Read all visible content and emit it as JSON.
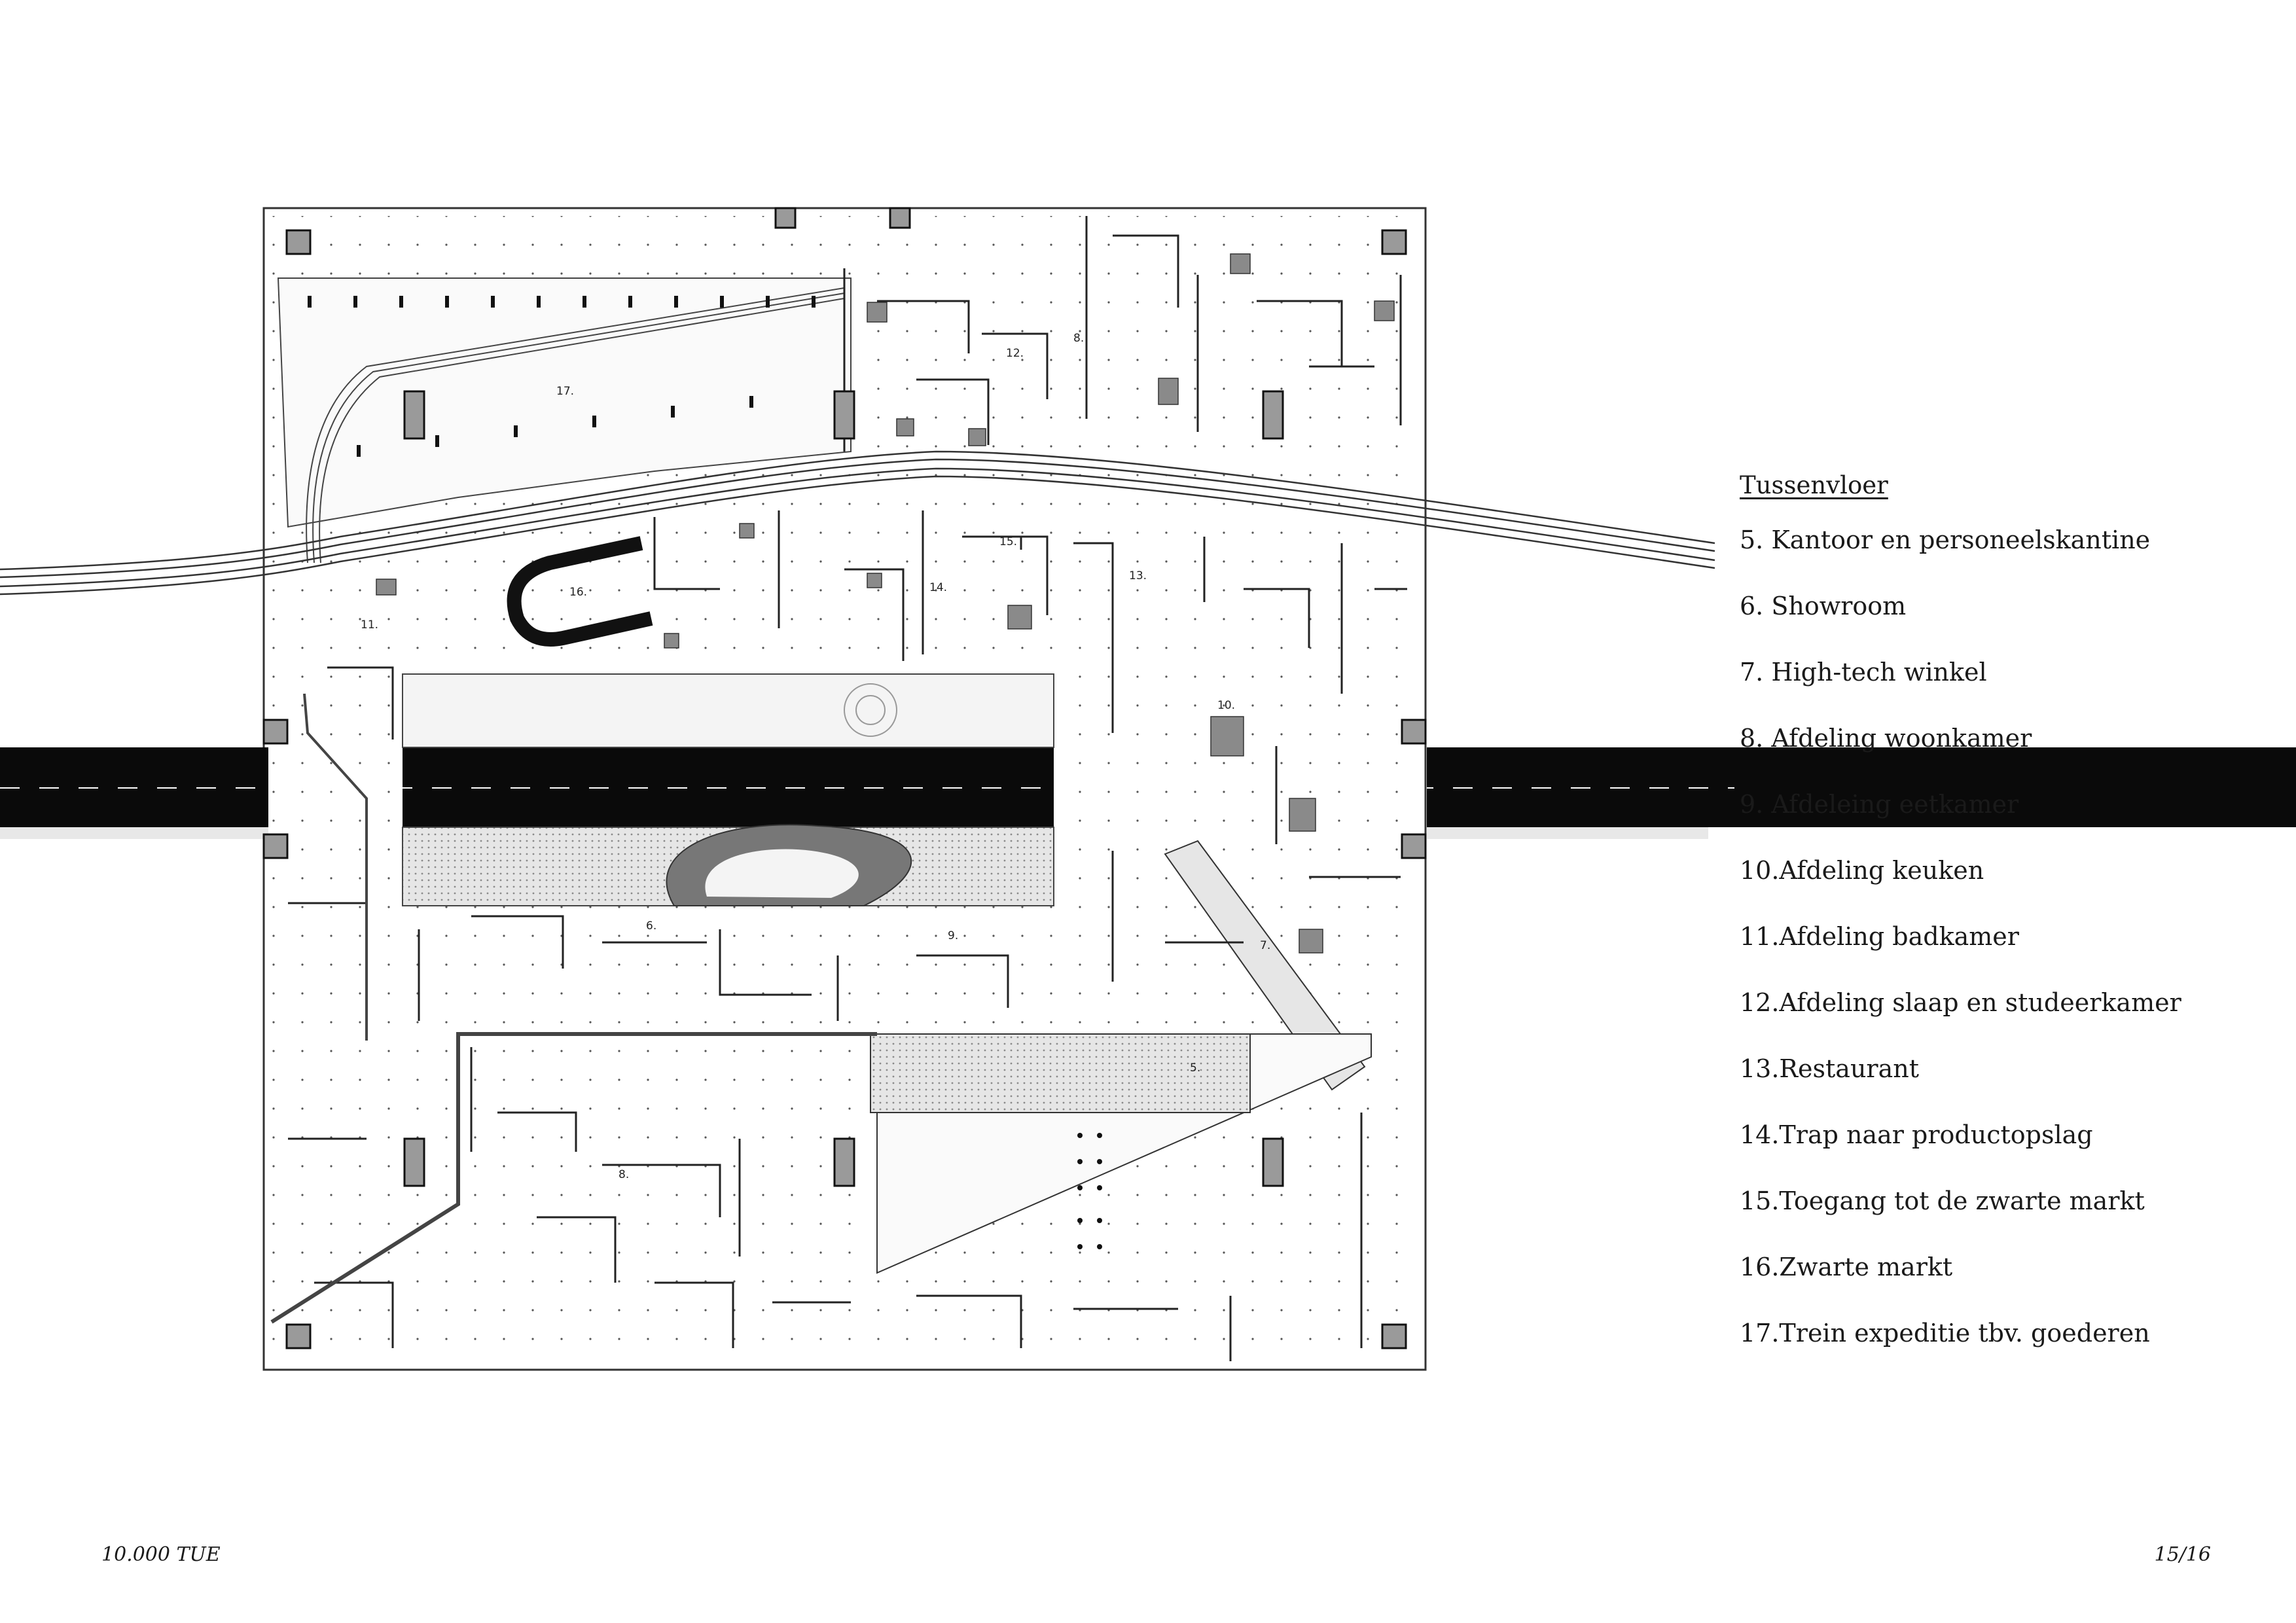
{
  "legend": {
    "title": "Tussenvloer",
    "items": [
      "5. Kantoor en personeelskantine",
      "6. Showroom",
      "7. High-tech winkel",
      "8. Afdeling woonkamer",
      "9. Afdeleing eetkamer",
      "10.Afdeling keuken",
      "11.Afdeling badkamer",
      "12.Afdeling slaap en studeerkamer",
      "13.Restaurant",
      "14.Trap naar productopslag",
      "15.Toegang tot de zwarte markt",
      "16.Zwarte markt",
      "17.Trein expeditie tbv. goederen"
    ]
  },
  "plan": {
    "labels": {
      "r17": "17.",
      "r12": "12.",
      "r8a": "8.",
      "r15": "15.",
      "r13": "13.",
      "r16": "16.",
      "r14": "14.",
      "r11": "11.",
      "r10": "10.",
      "r6": "6.",
      "r9": "9.",
      "r7": "7.",
      "r5": "5.",
      "r8b": "8."
    }
  },
  "footer": {
    "left": "10.000 TUE",
    "right": "15/16"
  },
  "colors": {
    "ink": "#1a1a1a",
    "road": "#0a0a0a",
    "wall": "#222222",
    "paper": "#ffffff",
    "hatch": "#9a9a9a"
  }
}
